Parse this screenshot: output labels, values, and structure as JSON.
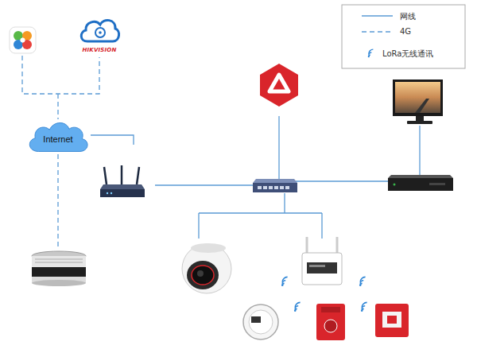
{
  "diagram": {
    "nodes": [
      {
        "text": [
          "Internet"
        ]
      }
    ],
    "labels": [
      "HIKVISION"
    ],
    "legend": [
      {
        "text": "网线"
      },
      {
        "text": "4G"
      },
      {
        "text": "LoRa无线通讯"
      }
    ]
  }
}
